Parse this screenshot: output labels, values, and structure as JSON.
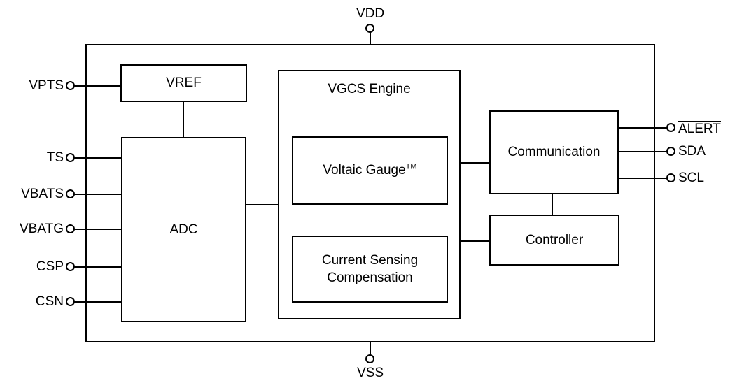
{
  "colors": {
    "line": "#000000",
    "text": "#000000",
    "background": "#ffffff"
  },
  "chip": {
    "blocks": {
      "vref": {
        "label": "VREF"
      },
      "adc": {
        "label": "ADC"
      },
      "vgcs_engine": {
        "label": "VGCS Engine"
      },
      "voltaic_gauge": {
        "label": "Voltaic Gauge",
        "trademark": "TM"
      },
      "current_sensing_compensation": {
        "line1": "Current Sensing",
        "line2": "Compensation"
      },
      "communication": {
        "label": "Communication"
      },
      "controller": {
        "label": "Controller"
      }
    },
    "pins": {
      "top": [
        {
          "name": "VDD"
        }
      ],
      "bottom": [
        {
          "name": "VSS"
        }
      ],
      "left": [
        {
          "name": "VPTS"
        },
        {
          "name": "TS"
        },
        {
          "name": "VBATS"
        },
        {
          "name": "VBATG"
        },
        {
          "name": "CSP"
        },
        {
          "name": "CSN"
        }
      ],
      "right": [
        {
          "name": "ALERT",
          "overline": true
        },
        {
          "name": "SDA",
          "overline": false
        },
        {
          "name": "SCL",
          "overline": false
        }
      ]
    }
  }
}
